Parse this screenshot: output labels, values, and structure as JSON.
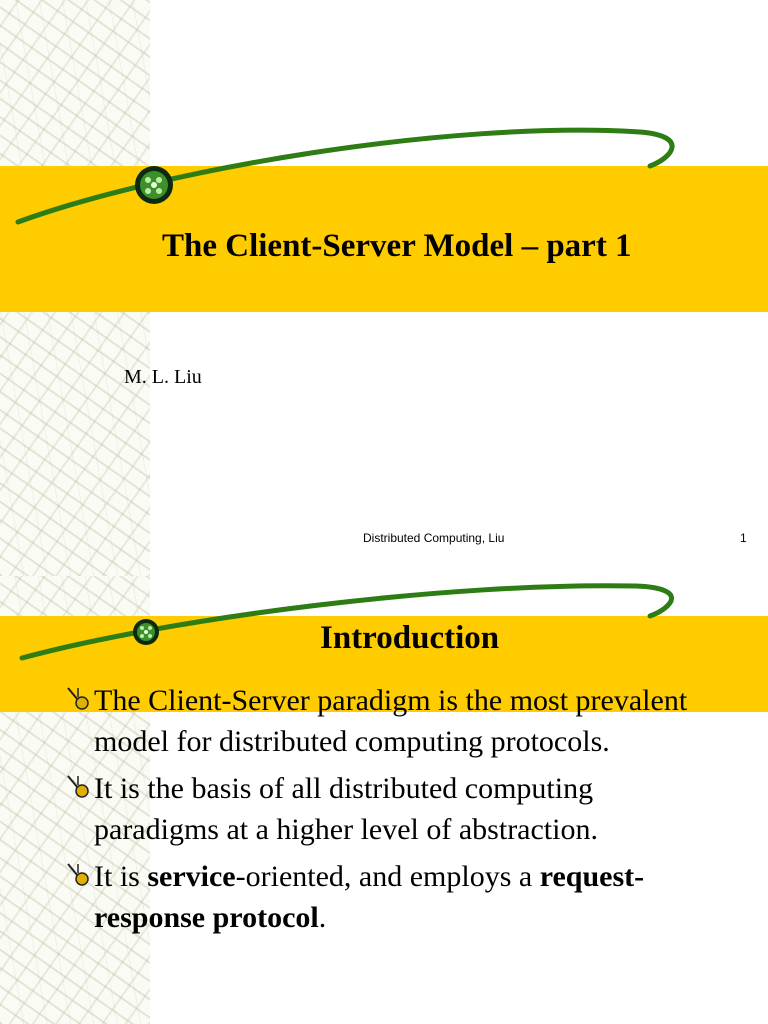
{
  "slide1": {
    "title": "The Client-Server Model – part 1",
    "author": "M. L. Liu",
    "footer": "Distributed Computing, Liu",
    "page_number": "1"
  },
  "slide2": {
    "title": "Introduction",
    "bullets": [
      {
        "text": "The Client-Server paradigm is the most prevalent model for distributed computing protocols."
      },
      {
        "text": "It is the basis of all distributed computing paradigms at a higher level of abstraction."
      },
      {
        "before": "It is ",
        "bold1": "service",
        "middle": "-oriented, and employs a ",
        "bold2": "request-response protocol",
        "after": "."
      }
    ]
  },
  "colors": {
    "band": "#ffcc00",
    "swoosh": "#2e7d14",
    "background": "#ffffff"
  },
  "icons": [
    "orb-icon",
    "bullet-pin-icon"
  ]
}
